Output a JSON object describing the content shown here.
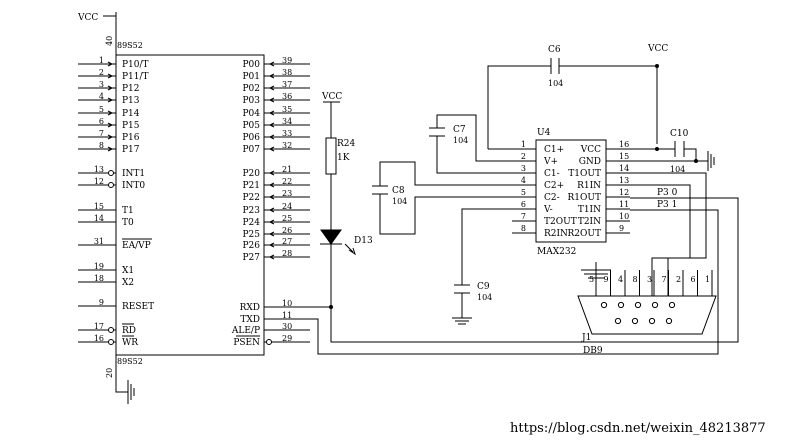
{
  "power": {
    "vcc_label": "VCC"
  },
  "mcu": {
    "model": "89S52",
    "vcc_pin": "40",
    "gnd_pin": "20",
    "left_pins": [
      {
        "num": "1",
        "label": "P10/T"
      },
      {
        "num": "2",
        "label": "P11/T"
      },
      {
        "num": "3",
        "label": "P12"
      },
      {
        "num": "4",
        "label": "P13"
      },
      {
        "num": "5",
        "label": "P14"
      },
      {
        "num": "6",
        "label": "P15"
      },
      {
        "num": "7",
        "label": "P16"
      },
      {
        "num": "8",
        "label": "P17"
      },
      {
        "num": "13",
        "label": "INT1"
      },
      {
        "num": "12",
        "label": "INT0"
      },
      {
        "num": "15",
        "label": "T1"
      },
      {
        "num": "14",
        "label": "T0"
      },
      {
        "num": "31",
        "label": "EA/VP"
      },
      {
        "num": "19",
        "label": "X1"
      },
      {
        "num": "18",
        "label": "X2"
      },
      {
        "num": "9",
        "label": "RESET"
      },
      {
        "num": "17",
        "label": "RD"
      },
      {
        "num": "16",
        "label": "WR"
      }
    ],
    "right_pins": [
      {
        "num": "39",
        "label": "P00"
      },
      {
        "num": "38",
        "label": "P01"
      },
      {
        "num": "37",
        "label": "P02"
      },
      {
        "num": "36",
        "label": "P03"
      },
      {
        "num": "35",
        "label": "P04"
      },
      {
        "num": "34",
        "label": "P05"
      },
      {
        "num": "33",
        "label": "P06"
      },
      {
        "num": "32",
        "label": "P07"
      },
      {
        "num": "21",
        "label": "P20"
      },
      {
        "num": "22",
        "label": "P21"
      },
      {
        "num": "23",
        "label": "P22"
      },
      {
        "num": "24",
        "label": "P23"
      },
      {
        "num": "25",
        "label": "P24"
      },
      {
        "num": "26",
        "label": "P25"
      },
      {
        "num": "27",
        "label": "P26"
      },
      {
        "num": "28",
        "label": "P27"
      },
      {
        "num": "10",
        "label": "RXD"
      },
      {
        "num": "11",
        "label": "TXD"
      },
      {
        "num": "30",
        "label": "ALE/P"
      },
      {
        "num": "29",
        "label": "PSEN"
      }
    ]
  },
  "resistor": {
    "ref": "R24",
    "value": "1K"
  },
  "led": {
    "ref": "D13"
  },
  "capacitors": {
    "c6": {
      "ref": "C6",
      "value": "104"
    },
    "c7": {
      "ref": "C7",
      "value": "104"
    },
    "c8": {
      "ref": "C8",
      "value": "104"
    },
    "c9": {
      "ref": "C9",
      "value": "104"
    },
    "c10": {
      "ref": "C10",
      "value": "104"
    }
  },
  "max232": {
    "ref": "U4",
    "name": "MAX232",
    "left_pins": [
      {
        "num": "1",
        "label": "C1+"
      },
      {
        "num": "2",
        "label": "V+"
      },
      {
        "num": "3",
        "label": "C1-"
      },
      {
        "num": "4",
        "label": "C2+"
      },
      {
        "num": "5",
        "label": "C2-"
      },
      {
        "num": "6",
        "label": "V-"
      },
      {
        "num": "7",
        "label": "T2OUT"
      },
      {
        "num": "8",
        "label": "R2IN"
      }
    ],
    "right_pins": [
      {
        "num": "16",
        "label": "VCC"
      },
      {
        "num": "15",
        "label": "GND"
      },
      {
        "num": "14",
        "label": "T1OUT"
      },
      {
        "num": "13",
        "label": "R1IN"
      },
      {
        "num": "12",
        "label": "R1OUT"
      },
      {
        "num": "11",
        "label": "T1IN"
      },
      {
        "num": "10",
        "label": "T2IN"
      },
      {
        "num": "9",
        "label": "R2OUT"
      }
    ],
    "net_p30": "P3 0",
    "net_p31": "P3 1"
  },
  "connector": {
    "ref": "J1",
    "name": "DB9",
    "pins": [
      "5",
      "9",
      "4",
      "8",
      "3",
      "7",
      "2",
      "6",
      "1"
    ]
  },
  "watermark": "https://blog.csdn.net/weixin_48213877"
}
